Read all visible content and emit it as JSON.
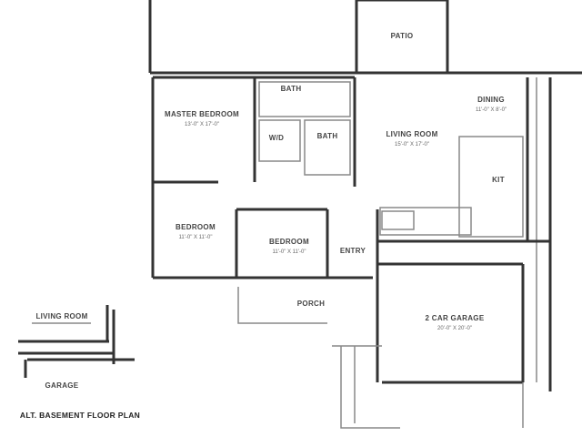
{
  "plan": {
    "rooms": {
      "patio": "PATIO",
      "master_bedroom": "MASTER BEDROOM",
      "bath_1": "BATH",
      "wd": "W/D",
      "bath_2": "BATH",
      "bedroom_1": "BEDROOM",
      "bedroom_2": "BEDROOM",
      "entry": "ENTRY",
      "living_room": "LIVING ROOM",
      "dining": "DINING",
      "kitchen": "KIT",
      "porch": "PORCH",
      "garage": "2 CAR GARAGE"
    },
    "inset": {
      "living_room": "LIVING ROOM",
      "garage": "GARAGE",
      "title": "ALT. BASEMENT FLOOR PLAN"
    }
  }
}
